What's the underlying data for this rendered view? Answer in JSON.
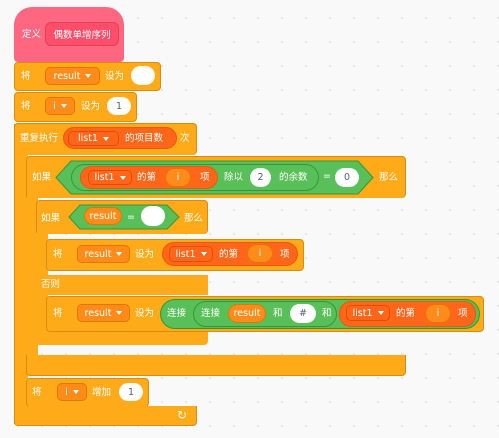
{
  "define": {
    "label": "定义",
    "proto_name": "偶数单增序列"
  },
  "set_result": {
    "label_set": "将",
    "var": "result",
    "label_to": "设为",
    "value": ""
  },
  "set_i": {
    "label_set": "将",
    "var": "i",
    "label_to": "设为",
    "value": "1"
  },
  "repeat": {
    "label": "重复执行",
    "list": "list1",
    "suffix": "的项目数",
    "times": "次"
  },
  "if_outer": {
    "label": "如果",
    "list": "list1",
    "item_of": "的第",
    "idx": "i",
    "item": "项",
    "mod_label": "除以",
    "mod_value": "2",
    "rem_label": "的余数",
    "eq": "=",
    "eq_value": "0",
    "then": "那么"
  },
  "if_inner": {
    "label": "如果",
    "var": "result",
    "eq": "=",
    "value": "",
    "then": "那么"
  },
  "set_a": {
    "label_set": "将",
    "var": "result",
    "label_to": "设为",
    "list": "list1",
    "item_of": "的第",
    "idx": "i",
    "item": "项"
  },
  "else": {
    "label": "否则"
  },
  "set_b": {
    "label_set": "将",
    "var": "result",
    "label_to": "设为",
    "join1": "连接",
    "join2": "连接",
    "result_var": "result",
    "and1": "和",
    "hash": "#",
    "and2": "和",
    "list": "list1",
    "item_of": "的第",
    "idx": "i",
    "item": "项"
  },
  "change_i": {
    "label": "将",
    "var": "i",
    "by": "增加",
    "value": "1"
  },
  "loop_arrow": "↻"
}
